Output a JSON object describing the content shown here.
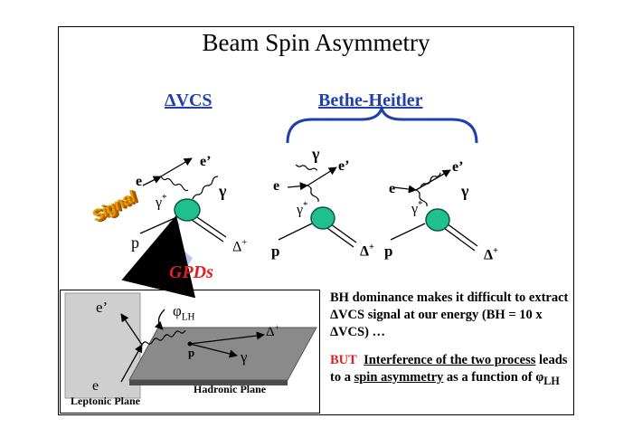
{
  "title": "Beam Spin Asymmetry",
  "headings": {
    "dvcs": "ΔVCS",
    "bethe_heitler": "Bethe-Heitler"
  },
  "signal_label": "Signal",
  "gpds_label": "GPDs",
  "particles": {
    "e": "e",
    "e_prime": "e’",
    "gamma": "γ",
    "gamma_star": "γ",
    "star": "*",
    "p": "p",
    "delta": "Δ",
    "plus": "+"
  },
  "inset": {
    "phi": "φ",
    "phi_sub": "LH",
    "e": "e",
    "e_prime": "e’",
    "p": "p",
    "gamma": "γ",
    "delta": "Δ",
    "plus": "+",
    "leptonic_plane": "Leptonic Plane",
    "hadronic_plane": "Hadronic Plane"
  },
  "text": {
    "para1": "BH dominance makes it difficult to extract ΔVCS signal at our energy (BH = 10 x ΔVCS) …",
    "but": "BUT",
    "interference": "Interference of the two process",
    "leads_to": " leads to a ",
    "spin_asymmetry": "spin asymmetry",
    "function_of": " as a function of ",
    "phi": "φ",
    "phi_sub": "LH"
  },
  "colors": {
    "heading": "#1f3fb0",
    "gpds": "#e02020",
    "blob": "#1fbf8f",
    "gpd_arrow": "#b8c6ee",
    "signal": "#e8a000"
  }
}
